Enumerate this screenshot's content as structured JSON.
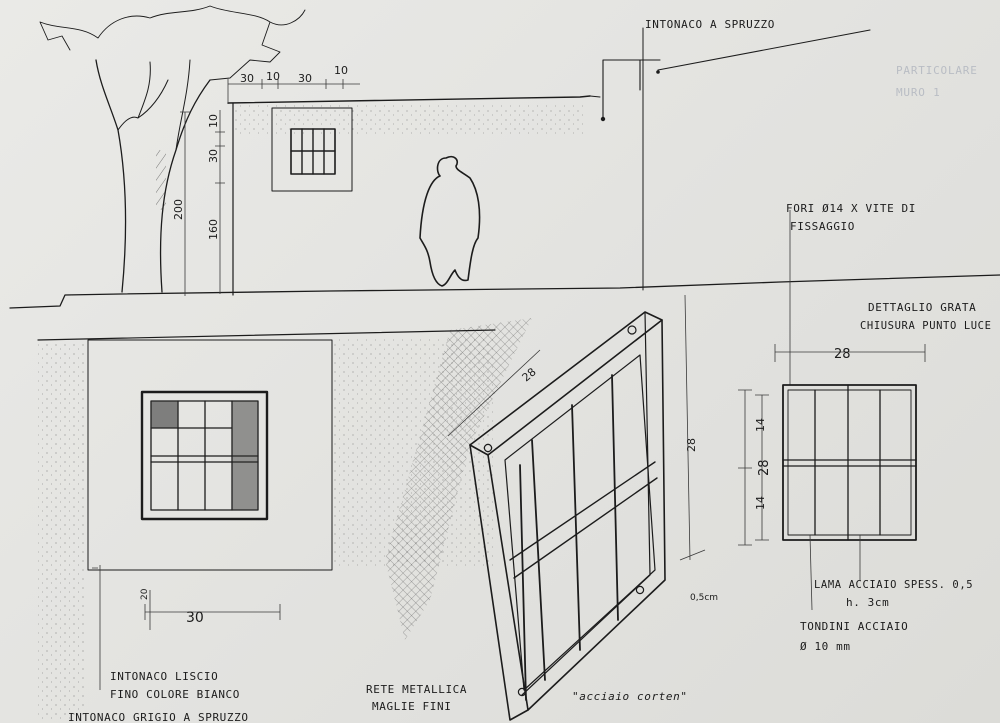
{
  "notes": {
    "intonaco_spruzzo": "INTONACO A SPRUZZO",
    "particolare": "PARTICOLARE",
    "muro": "MURO 1",
    "fori_line1": "FORI Ø14 X VITE DI",
    "fori_line2": "FISSAGGIO",
    "dettaglio_line1": "DETTAGLIO GRATA",
    "dettaglio_line2": "CHIUSURA PUNTO LUCE",
    "lama_line1": "LAMA ACCIAIO SPESS. 0,5",
    "lama_line2": "h. 3cm",
    "tondini_line1": "TONDINI ACCIAIO",
    "tondini_line2": "Ø 10 mm",
    "rete_line1": "RETE METALLICA",
    "rete_line2": "MAGLIE FINI",
    "acciaio": "\"acciaio corten\"",
    "intonaco_liscio_line1": "INTONACO LISCIO",
    "intonaco_liscio_line2": "FINO COLORE BIANCO",
    "intonaco_grigio": "INTONACO GRIGIO A SPRUZZO"
  },
  "dimensions": {
    "top_30a": "30",
    "top_10a": "10",
    "top_30b": "30",
    "top_10b": "10",
    "left_10": "10",
    "left_30": "30",
    "left_160": "160",
    "left_200": "200",
    "bottom_30": "30",
    "bottom_20": "20",
    "iso_28a": "28",
    "iso_28b": "28",
    "iso_0_5": "0,5cm",
    "detail_28h": "28",
    "detail_28v": "28",
    "detail_14a": "14",
    "detail_14b": "14"
  }
}
